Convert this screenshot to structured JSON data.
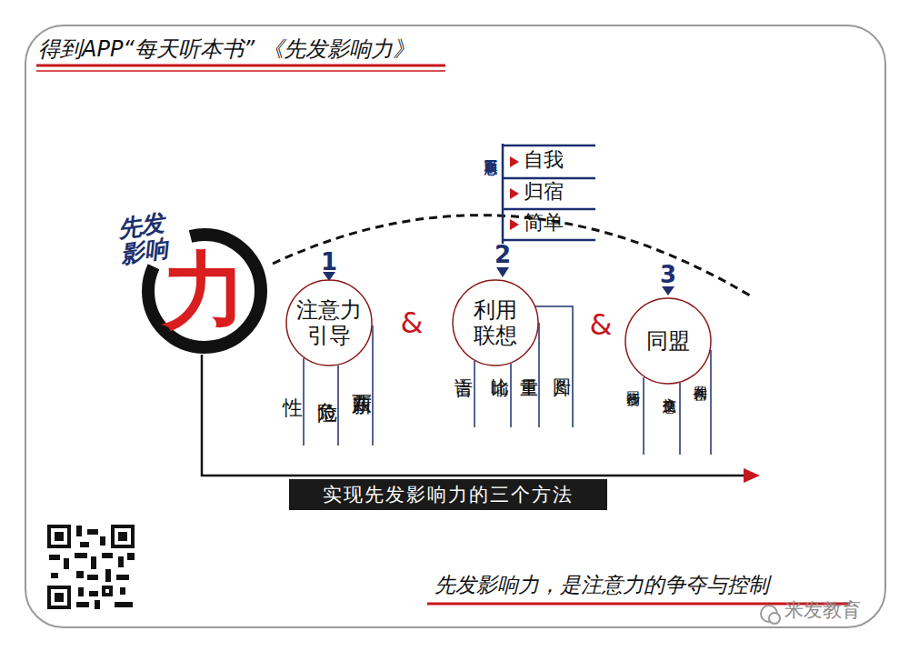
{
  "diagram": {
    "title": "得到APP“每天听本书” 《先发影响力》",
    "caption": "先发影响力，是注意力的争夺与控制",
    "nodes": [
      {
        "text": [
          "先发 影响",
          "力"
        ]
      },
      {
        "text": [
          "注意力 引导"
        ]
      },
      {
        "text": [
          "利用 联想"
        ]
      },
      {
        "text": [
          "同盟"
        ]
      },
      {
        "text": [
          "实现先发影响力的三个方法"
        ]
      }
    ],
    "labels": [
      "1",
      "2",
      "3",
      "&",
      "&",
      "性",
      "危险",
      "新东西",
      "语言",
      "比喻",
      "重量",
      "图片",
      "同步行动",
      "交换信息",
      "共同创作",
      "正面联想",
      "自我",
      "归宿",
      "简单",
      "米发教育"
    ]
  }
}
